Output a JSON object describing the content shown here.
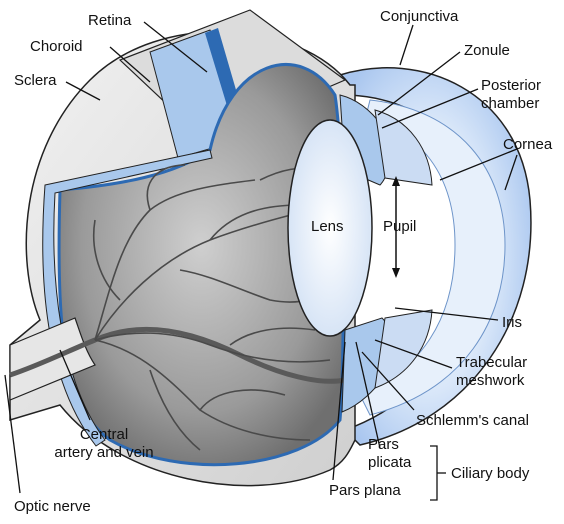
{
  "labels": {
    "retina": "Retina",
    "choroid": "Choroid",
    "sclera": "Sclera",
    "conjunctiva": "Conjunctiva",
    "zonule": "Zonule",
    "posterior_chamber_1": "Posterior",
    "posterior_chamber_2": "chamber",
    "cornea": "Cornea",
    "lens": "Lens",
    "pupil": "Pupil",
    "iris": "Iris",
    "trabecular_1": "Trabecular",
    "trabecular_2": "meshwork",
    "schlemm": "Schlemm's canal",
    "central_1": "Central",
    "central_2": "artery and vein",
    "pars_plicata_1": "Pars",
    "pars_plicata_2": "plicata",
    "ciliary_body": "Ciliary body",
    "pars_plana": "Pars plana",
    "optic_nerve": "Optic nerve"
  },
  "colors": {
    "interior": "#8a8a8a",
    "sclera": "#e6e6e6",
    "choroid": "#a9c8ec",
    "retina_band": "#2d6ab3",
    "cornea": "#cfe0f7",
    "outline": "#222222"
  }
}
